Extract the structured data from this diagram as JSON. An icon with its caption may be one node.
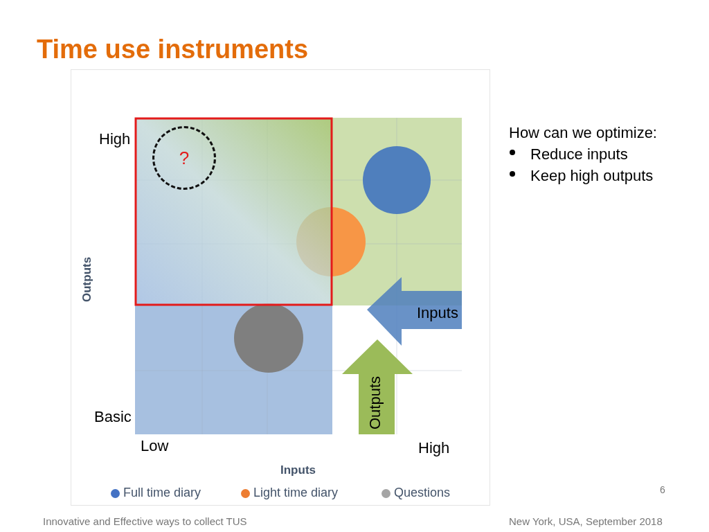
{
  "diagram": {
    "title": "Time use instruments",
    "nodes": [
      {
        "text": [
          "?"
        ]
      }
    ],
    "labels": [
      "How can we optimize:",
      "Reduce inputs",
      "Keep high outputs",
      "High",
      "Outputs",
      "Inputs",
      "Outputs",
      "Basic",
      "Low",
      "High",
      "Inputs",
      "6",
      "Innovative and Effective ways to collect TUS",
      "New York, USA, September 2018"
    ],
    "legend": [
      {
        "text": "Full time diary",
        "color": "#4472c4"
      },
      {
        "text": "Light time diary",
        "color": "#ed7d31"
      },
      {
        "text": "Questions",
        "color": "#a5a5a5"
      }
    ]
  }
}
